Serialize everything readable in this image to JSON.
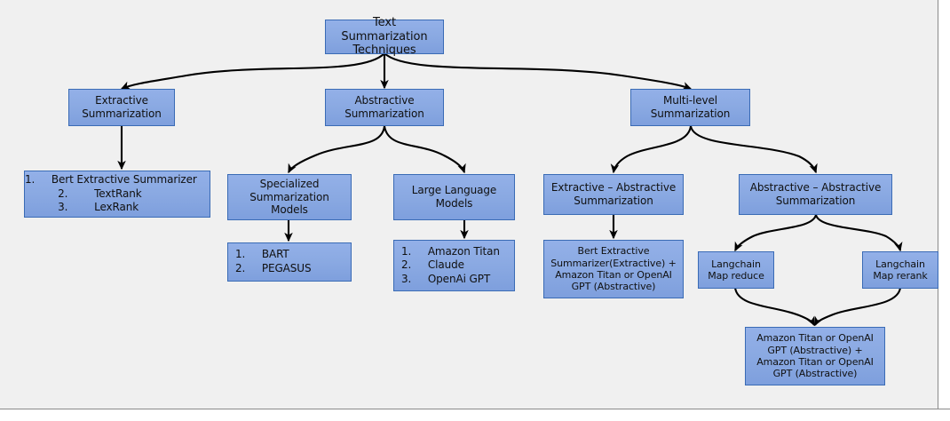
{
  "diagram": {
    "type": "flowchart",
    "title_node": "Text Summarization Techniques",
    "canvas_bg": "#f0f0f0",
    "node_fill": "#8aa9e2",
    "node_border": "#3a6bb5",
    "edge_color": "#000000",
    "nodes": {
      "root": {
        "label": "Text Summarization\nTechniques"
      },
      "extractive": {
        "label": "Extractive\nSummarization"
      },
      "abstractive": {
        "label": "Abstractive\nSummarization"
      },
      "multilevel": {
        "label": "Multi-level\nSummarization"
      },
      "extractive_list": {
        "label": "1.     Bert Extractive Summarizer\n          2.        TextRank\n          3.        LexRank"
      },
      "specialized_models": {
        "label": "Specialized\nSummarization\nModels"
      },
      "llm": {
        "label": "Large Language\nModels"
      },
      "specialized_list": {
        "label": "1.     BART\n2.     PEGASUS"
      },
      "llm_list": {
        "label": "1.     Amazon Titan\n2.     Claude\n3.     OpenAi GPT"
      },
      "ext_abs": {
        "label": "Extractive – Abstractive\nSummarization"
      },
      "abs_abs": {
        "label": "Abstractive – Abstractive\nSummarization"
      },
      "ext_abs_detail": {
        "label": "Bert Extractive\nSummarizer(Extractive) +\nAmazon Titan or OpenAI\nGPT (Abstractive)"
      },
      "langchain_map_reduce": {
        "label": "Langchain\nMap reduce"
      },
      "langchain_map_rerank": {
        "label": "Langchain\nMap rerank"
      },
      "abs_abs_detail": {
        "label": "Amazon Titan or OpenAI\nGPT (Abstractive) +\nAmazon Titan or OpenAI\nGPT (Abstractive)"
      }
    },
    "edges": [
      {
        "from": "root",
        "to": "extractive"
      },
      {
        "from": "root",
        "to": "abstractive"
      },
      {
        "from": "root",
        "to": "multilevel"
      },
      {
        "from": "extractive",
        "to": "extractive_list"
      },
      {
        "from": "abstractive",
        "to": "specialized_models"
      },
      {
        "from": "abstractive",
        "to": "llm"
      },
      {
        "from": "specialized_models",
        "to": "specialized_list"
      },
      {
        "from": "llm",
        "to": "llm_list"
      },
      {
        "from": "multilevel",
        "to": "ext_abs"
      },
      {
        "from": "multilevel",
        "to": "abs_abs"
      },
      {
        "from": "ext_abs",
        "to": "ext_abs_detail"
      },
      {
        "from": "abs_abs",
        "to": "langchain_map_reduce"
      },
      {
        "from": "abs_abs",
        "to": "langchain_map_rerank"
      },
      {
        "from": "langchain_map_reduce",
        "to": "abs_abs_detail"
      },
      {
        "from": "langchain_map_rerank",
        "to": "abs_abs_detail"
      }
    ]
  }
}
